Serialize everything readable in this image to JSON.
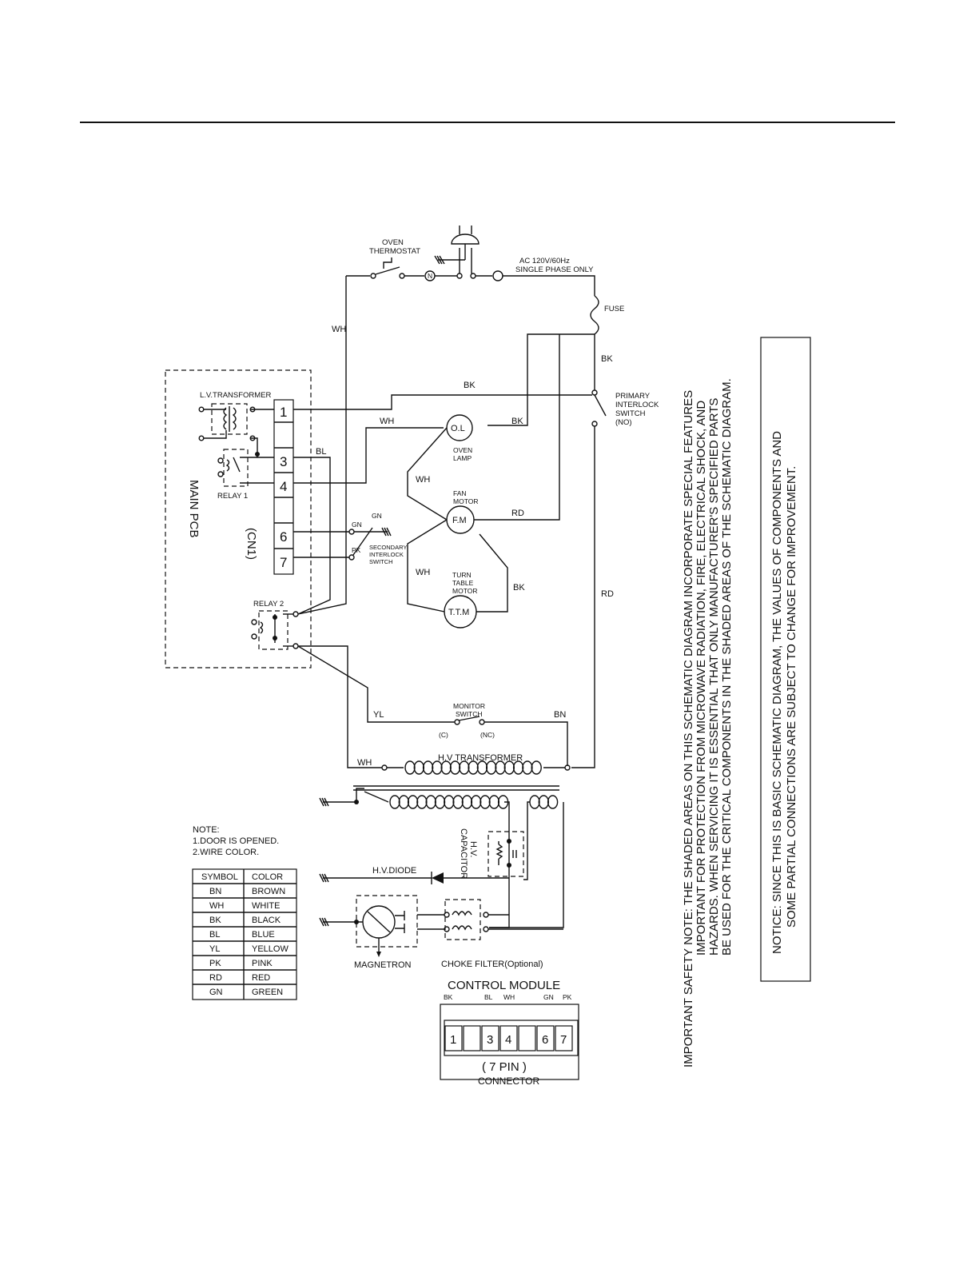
{
  "header": {},
  "wiring": {
    "wire_labels": {
      "wh_top": "WH",
      "bk_top": "BK",
      "bl": "BL",
      "wh_lamp": "WH",
      "bk_lamp": "BK",
      "bk_right": "BK",
      "wh_fm": "WH",
      "rd_fm": "RD",
      "wh_ttm": "WH",
      "bk_ttm": "BK",
      "rd_right": "RD",
      "yl": "YL",
      "bn": "BN",
      "wh_hv": "WH",
      "gn_sw": "GN",
      "gn_gnd": "GN",
      "pk_sw": "PK"
    },
    "components": {
      "oven_thermostat": [
        "OVEN",
        "THERMOSTAT"
      ],
      "ac_supply": [
        "AC 120V/60Hz",
        "SINGLE PHASE ONLY"
      ],
      "fuse": "FUSE",
      "primary_interlock": [
        "PRIMARY",
        "INTERLOCK",
        "SWITCH",
        "(NO)"
      ],
      "lv_transformer": "L.V.TRANSFORMER",
      "relay1": "RELAY 1",
      "relay2": "RELAY 2",
      "main_pcb": "MAIN PCB",
      "cn1": "(CN1)",
      "pcb_pins": [
        "1",
        "3",
        "4",
        "6",
        "7"
      ],
      "oven_lamp": {
        "symbol": "O.L",
        "label": [
          "OVEN",
          "LAMP"
        ]
      },
      "fan_motor": {
        "symbol": "F.M",
        "label": [
          "FAN",
          "MOTOR"
        ]
      },
      "turntable_motor": {
        "symbol": "T.T.M",
        "label": [
          "TURN",
          "TABLE",
          "MOTOR"
        ]
      },
      "secondary_interlock": [
        "SECONDARY",
        "INTERLOCK",
        "SWITCH"
      ],
      "monitor_switch": [
        "MONITOR",
        "SWITCH"
      ],
      "monitor_c": "(C)",
      "monitor_nc": "(NC)",
      "hv_transformer": "H.V TRANSFORMER",
      "hv_capacitor": [
        "H.V.",
        "CAPACITOR"
      ],
      "hv_diode": "H.V.DIODE",
      "magnetron": "MAGNETRON",
      "choke_filter": "CHOKE FILTER(Optional)"
    }
  },
  "notes": {
    "title": "NOTE:",
    "items": [
      "1.DOOR IS OPENED.",
      "2.WIRE COLOR."
    ],
    "table_headers": [
      "SYMBOL",
      "COLOR"
    ],
    "table_rows": [
      [
        "BN",
        "BROWN"
      ],
      [
        "WH",
        "WHITE"
      ],
      [
        "BK",
        "BLACK"
      ],
      [
        "BL",
        "BLUE"
      ],
      [
        "YL",
        "YELLOW"
      ],
      [
        "PK",
        "PINK"
      ],
      [
        "RD",
        "RED"
      ],
      [
        "GN",
        "GREEN"
      ]
    ]
  },
  "control_module": {
    "title": "CONTROL MODULE",
    "wire_colors": [
      "BK",
      "BL",
      "WH",
      "GN",
      "PK"
    ],
    "pins": [
      "1",
      "",
      "3",
      "4",
      "",
      "6",
      "7"
    ],
    "connector_label": [
      "( 7 PIN )",
      "CONNECTOR"
    ]
  },
  "safety_note": {
    "lines": [
      "IMPORTANT SAFETY NOTE: THE SHADED AREAS ON THIS SCHEMATIC DIAGRAM INCORPORATE SPECIAL FEATURES",
      "IMPORTANT FOR PROTECTION FROM MICROWAVE RADIATION, FIRE, ELECTRICAL SHOCK, AND",
      "HAZARDS. WHEN SERVICING IT IS ESSENTIAL THAT ONLY MANUFACTURER'S SPECIFIED PARTS",
      "BE USED FOR THE CRITICAL COMPONENTS IN THE SHADED AREAS OF THE SCHEMATIC DIAGRAM."
    ]
  },
  "notice": {
    "lines": [
      "NOTICE: SINCE THIS IS BASIC SCHEMATIC DIAGRAM, THE VALUES OF COMPONENTS AND",
      "SOME PARTIAL CONNECTIONS ARE SUBJECT TO CHANGE FOR IMPROVEMENT."
    ]
  }
}
